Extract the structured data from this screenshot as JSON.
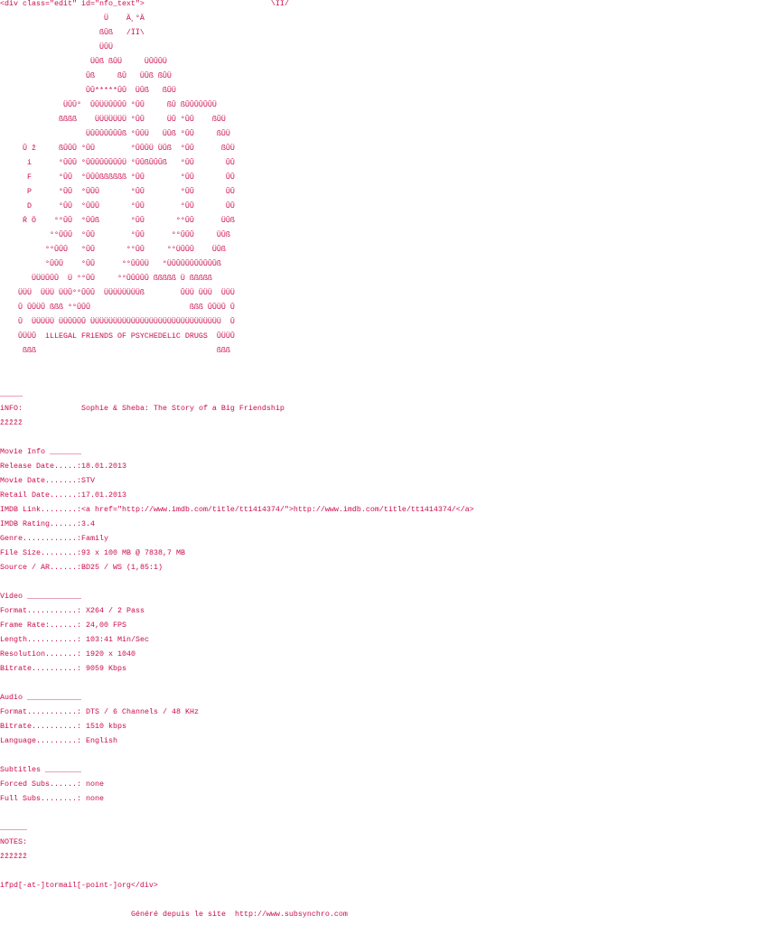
{
  "colors": {
    "text": "#cc0a4e",
    "background": "#ffffff"
  },
  "art": [
    "<div class=\"edit\" id=\"nfo_text\">                            \\ÏÏ/",
    "                       Ü    Ä¸°Ä",
    "                      ßÛß   /ÏÏ\\",
    "                      ÜÛÜ",
    "                    ÜÛß ßÛÜ     ÜÛÛÛÜ",
    "                   Ûß     ßÛ   ÜÛß ßÛÜ",
    "                   ÛÛ*****ÛÛ  ÜÛß   ßÛÜ",
    "              ÜÛÛ°  ÛÛÜÜÛÛÛÛ °ÛÛ     ßÛ ßÛÛÛÛÛÛÜ",
    "             ßßßß    ÜÜÜÜÜÜÜ °ÛÛ     ÜÛ °ÛÛ    ßÛÜ",
    "                   ÜÛÛÛÛÛÛÛß °ÛÛÜ   ÜÛß °ÛÛ     ßÛÜ",
    "     Û ž     ßÛÛÛ °ÛÛ        °ÛÛÛÜ ÜÛß  °ÛÛ      ßÛÜ",
    "      i      °ÛÛÛ °ÛÛÛÛÛÛÛÛÜ °ÛÛßÛÛÛß   °ÛÛ       ÛÛ",
    "      F      °ÛÛ  °ÛÛÛßßßßßß °ÛÛ        °ÛÛ       ÛÛ",
    "      P      °ÛÛ  °ÛÛÛ       °ÛÛ        °ÛÛ       ÛÛ",
    "      D      °ÛÛ  °ÛÛÛ       °ÛÛ        °ÛÛ       ÛÛ",
    "     Ŕ Ö    °°ÛÛ  °ÛÛß       °ÛÛ       °°ÛÛ      ÜÛß",
    "           °°ÛÛÛ  °ÛÛ        °ÛÛ      °°ÛÛÛ     ÜÛß",
    "          °°ÛÛÛ   °ÛÛ       °°ÛÛ     °°ÜÛÛÛ    ÜÛß",
    "          °ÛÛÛ    °ÛÛ      °°ÛÛÛÜ   °ÜÛÛÛÛÛÛÛÛÛÛß",
    "       ÜÜÜÛÛÛ  Ü °°ÛÛ     °°ÛÛÛÛÛ ßßßßß Ü ßßßßß",
    "    ÜÜÜ  ÜÜÜ ÜÜÛ°°ÛÛÛ  ÜÜÜÜÜÜÜÜß        ÛÜÜ ÜÜÜ  ÜÜÜ",
    "    Û ÛÛÜÛ ßßß °°ÛÛÛ                      ßßß ÛÛÜÛ Û",
    "    Û  ÜÜÜÜÜ ÜÜÛÛÛÛ ÜÜÜÜÜÜÜÜÜÜÜÜÜÜÜÜÜÜÜÜÜÜÜÜÜÜÜÜÜ  Û",
    "    ÛÜÜÛ  iLLEGAL FRiENDS OF PSYCHEDELiC DRUGS  ÛÜÜÛ",
    "     ßßß                                        ßßß"
  ],
  "info": {
    "rule": "_____",
    "label": "iNFO:",
    "title": "Sophie & Sheba: The Story of a Big Friendship",
    "underline": "žžžžž"
  },
  "movie": {
    "header": "Movie Info _______",
    "rows": [
      {
        "label": "Release Date.....:",
        "value": "18.01.2013"
      },
      {
        "label": "Movie Date.......:",
        "value": "STV"
      },
      {
        "label": "Retail Date......:",
        "value": "17.01.2013"
      },
      {
        "label": "IMDB Link........:",
        "value": "<a href=\"http://www.imdb.com/title/tt1414374/\">http://www.imdb.com/title/tt1414374/</a>"
      },
      {
        "label": "IMDB Rating......:",
        "value": "3.4"
      },
      {
        "label": "Genre............:",
        "value": "Family"
      },
      {
        "label": "File Size........:",
        "value": "93 x 100 MB @ 7838,7 MB"
      },
      {
        "label": "Source / AR......:",
        "value": "BD25 / WS (1,85:1)"
      }
    ]
  },
  "video": {
    "header": "Video ____________",
    "rows": [
      {
        "label": "Format...........:",
        "value": "X264 / 2 Pass"
      },
      {
        "label": "Frame Rate:......:",
        "value": "24,00 FPS"
      },
      {
        "label": "Length...........:",
        "value": "103:41 Min/Sec"
      },
      {
        "label": "Resolution.......:",
        "value": "1920 x 1040"
      },
      {
        "label": "Bitrate..........:",
        "value": "9059 Kbps"
      }
    ]
  },
  "audio": {
    "header": "Audio ____________",
    "rows": [
      {
        "label": "Format...........:",
        "value": "DTS / 6 Channels / 48 KHz"
      },
      {
        "label": "Bitrate..........:",
        "value": "1510 kbps"
      },
      {
        "label": "Language.........:",
        "value": "English"
      }
    ]
  },
  "subtitles": {
    "header": "Subtitles ________",
    "rows": [
      {
        "label": "Forced Subs......:",
        "value": "none"
      },
      {
        "label": "Full Subs........:",
        "value": "none"
      }
    ]
  },
  "notes": {
    "rule": "______",
    "label": "NOTES:",
    "underline": "žžžžžž"
  },
  "contact": "ifpd[-at-]tormail[-point-]org</div>",
  "footer": "Généré depuis le site  http://www.subsynchro.com"
}
